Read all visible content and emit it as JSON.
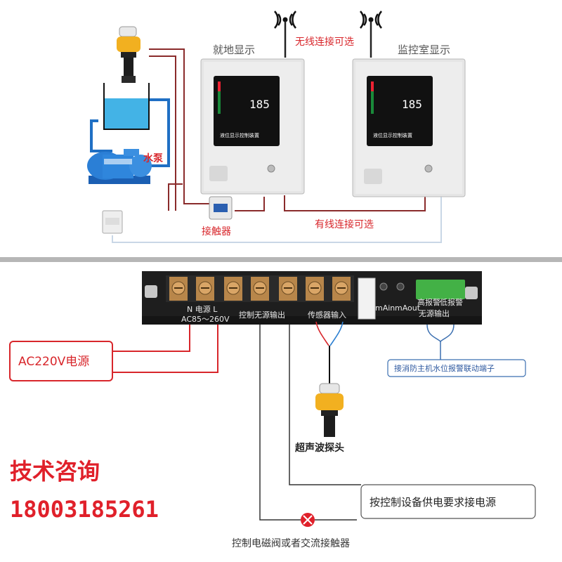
{
  "top": {
    "local_display": "就地显示",
    "wireless": "无线连接可选",
    "monitor_display": "监控室显示",
    "pump": "水泵",
    "contactor": "接触器",
    "wired": "有线连接可选",
    "panel_reading_1": "185",
    "panel_reading_2": "185",
    "panel_caption_1": "液位显示控制装置",
    "panel_caption_2": "液位显示控制装置"
  },
  "pcb": {
    "power_top": "N 电源 L",
    "power_range": "AC85～260V",
    "control_out": "控制无源输出",
    "sensor_in": "传感器输入",
    "ma_in": "mAin",
    "ma_out": "mAout",
    "alarm_high": "高报警",
    "alarm_low": "低报警",
    "passive_out": "无源输出"
  },
  "bottom": {
    "ac_power": "AC220V电源",
    "fire_link": "接消防主机水位报警联动端子",
    "ultrasonic_probe": "超声波探头",
    "power_supply_note": "按控制设备供电要求接电源",
    "control_valve": "控制电磁阀或者交流接触器",
    "tech_title": "技术咨询",
    "phone": "18003185261"
  }
}
